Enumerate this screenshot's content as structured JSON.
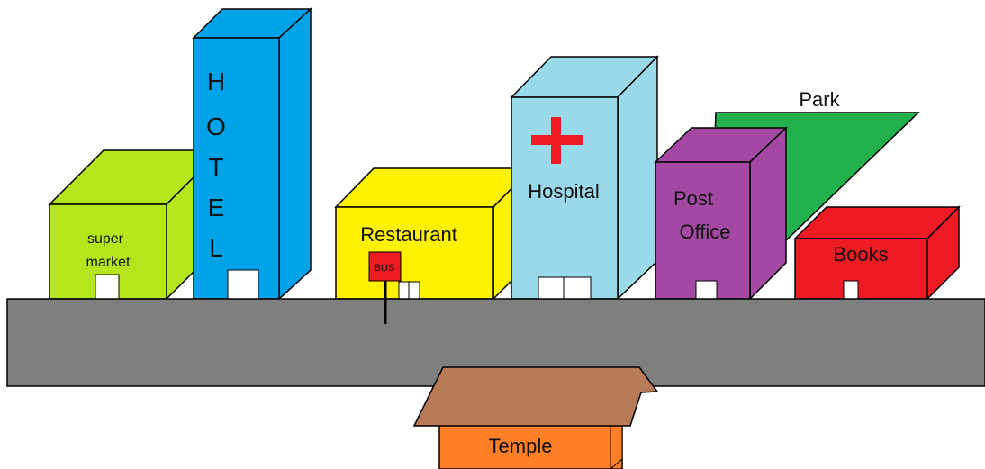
{
  "labels": {
    "supermarket_line1": "super",
    "supermarket_line2": "market",
    "hotel": [
      "H",
      "O",
      "T",
      "E",
      "L"
    ],
    "restaurant": "Restaurant",
    "bus": "BUS",
    "hospital": "Hospital",
    "post_office_line1": "Post",
    "post_office_line2": "Office",
    "park": "Park",
    "books": "Books",
    "temple": "Temple"
  },
  "colors": {
    "supermarket": "#b5e61d",
    "hotel": "#00a2e8",
    "restaurant": "#fff200",
    "hospital": "#99d9ea",
    "hospital_cross": "#ed1c24",
    "post_office": "#a349a4",
    "park": "#22b14c",
    "books": "#ed1c24",
    "road": "#7f7f7f",
    "temple_roof": "#b97a57",
    "temple": "#ff7f27",
    "bus_sign": "#ed1c24"
  }
}
